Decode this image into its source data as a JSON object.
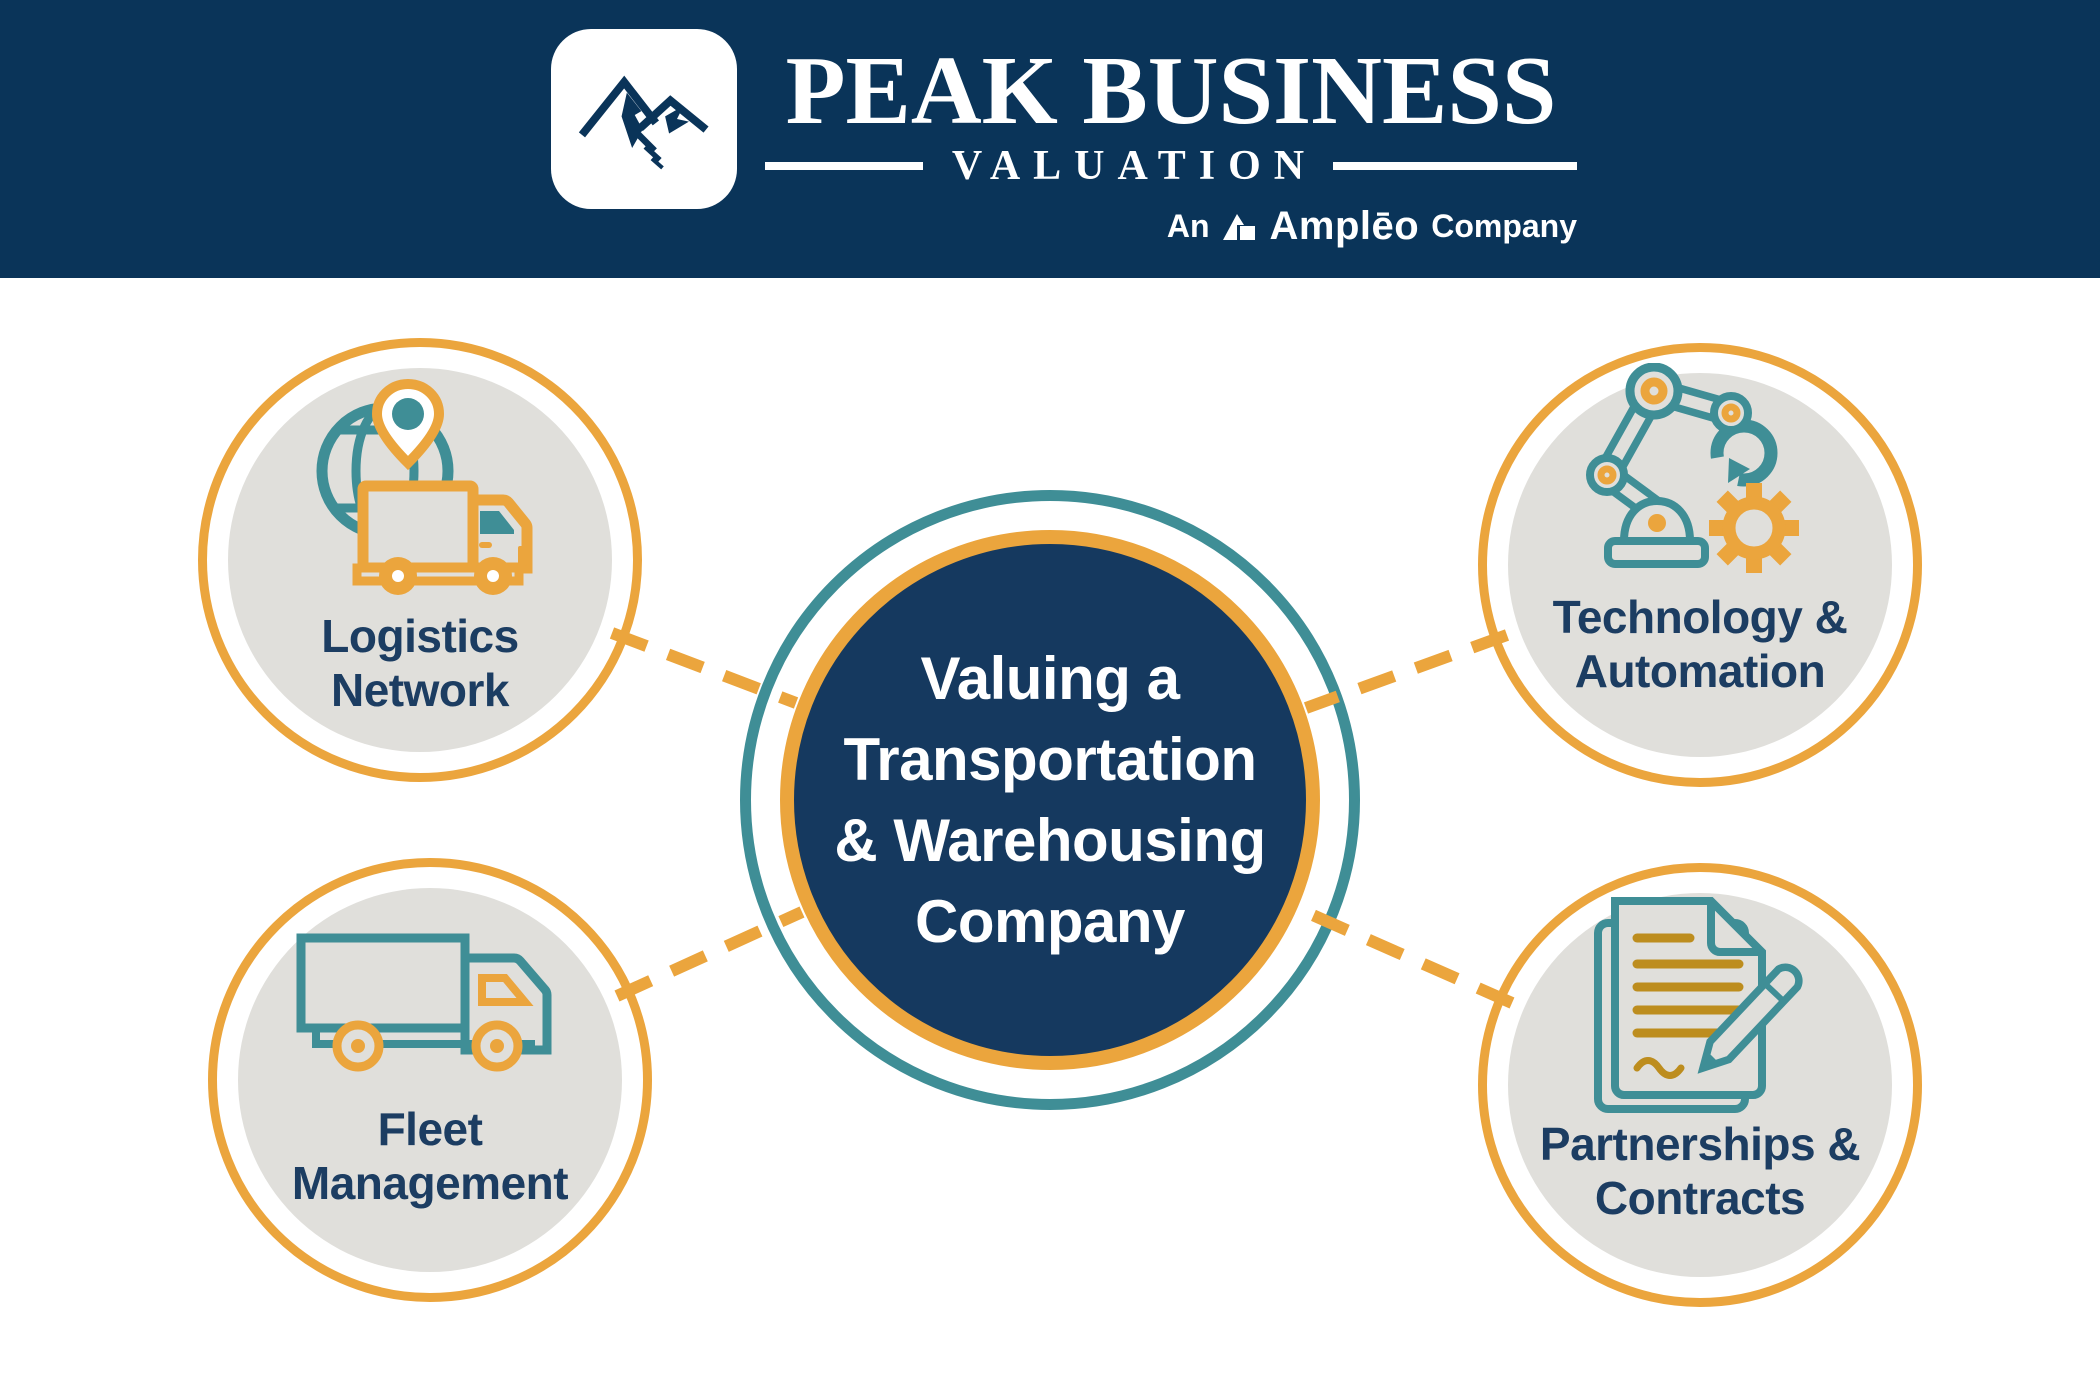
{
  "header": {
    "brand_name": "PEAK BUSINESS",
    "brand_subtitle": "VALUATION",
    "byline_prefix": "An",
    "byline_company": "Amplēo",
    "byline_suffix": "Company",
    "logo": "peak-mountain-logo"
  },
  "center": {
    "title_line1": "Valuing a",
    "title_line2": "Transportation",
    "title_line3": "& Warehousing",
    "title_line4": "Company"
  },
  "nodes": [
    {
      "id": "logistics-network",
      "line1": "Logistics",
      "line2": "Network",
      "icon": "globe-pin-truck-icon"
    },
    {
      "id": "technology-automation",
      "line1": "Technology &",
      "line2": "Automation",
      "icon": "robot-arm-gear-icon"
    },
    {
      "id": "fleet-management",
      "line1": "Fleet",
      "line2": "Management",
      "icon": "delivery-truck-icon"
    },
    {
      "id": "partnerships-contracts",
      "line1": "Partnerships &",
      "line2": "Contracts",
      "icon": "contract-signing-icon"
    }
  ],
  "colors": {
    "orange": "#EBA53D",
    "teal": "#3F8E96",
    "navy-header": "#0A3459",
    "navy-circle": "#15395F",
    "label-navy": "#1C3D62",
    "disc": "#E0DFDB",
    "gold": "#BD8D1E",
    "white": "#FFFFFF"
  }
}
